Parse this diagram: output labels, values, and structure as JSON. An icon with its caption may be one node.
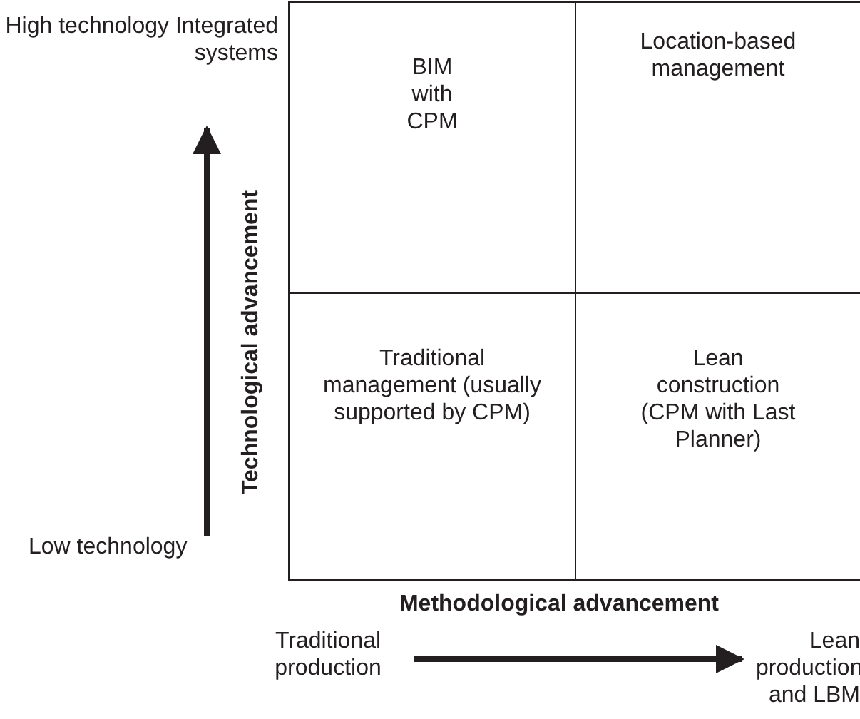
{
  "diagram": {
    "nodes": [
      {
        "text": [
          "BIM with CPM"
        ]
      },
      {
        "text": [
          "Location-based management"
        ]
      },
      {
        "text": [
          "Traditional management (usually supported by CPM)"
        ]
      },
      {
        "text": [
          "Lean construction (CPM with Last Planner)"
        ]
      }
    ],
    "labels": [
      "High technology Integrated systems",
      "Technological advancement",
      "Low technology",
      "Methodological advancement",
      "Traditional production",
      "Lean production and LBM"
    ]
  }
}
